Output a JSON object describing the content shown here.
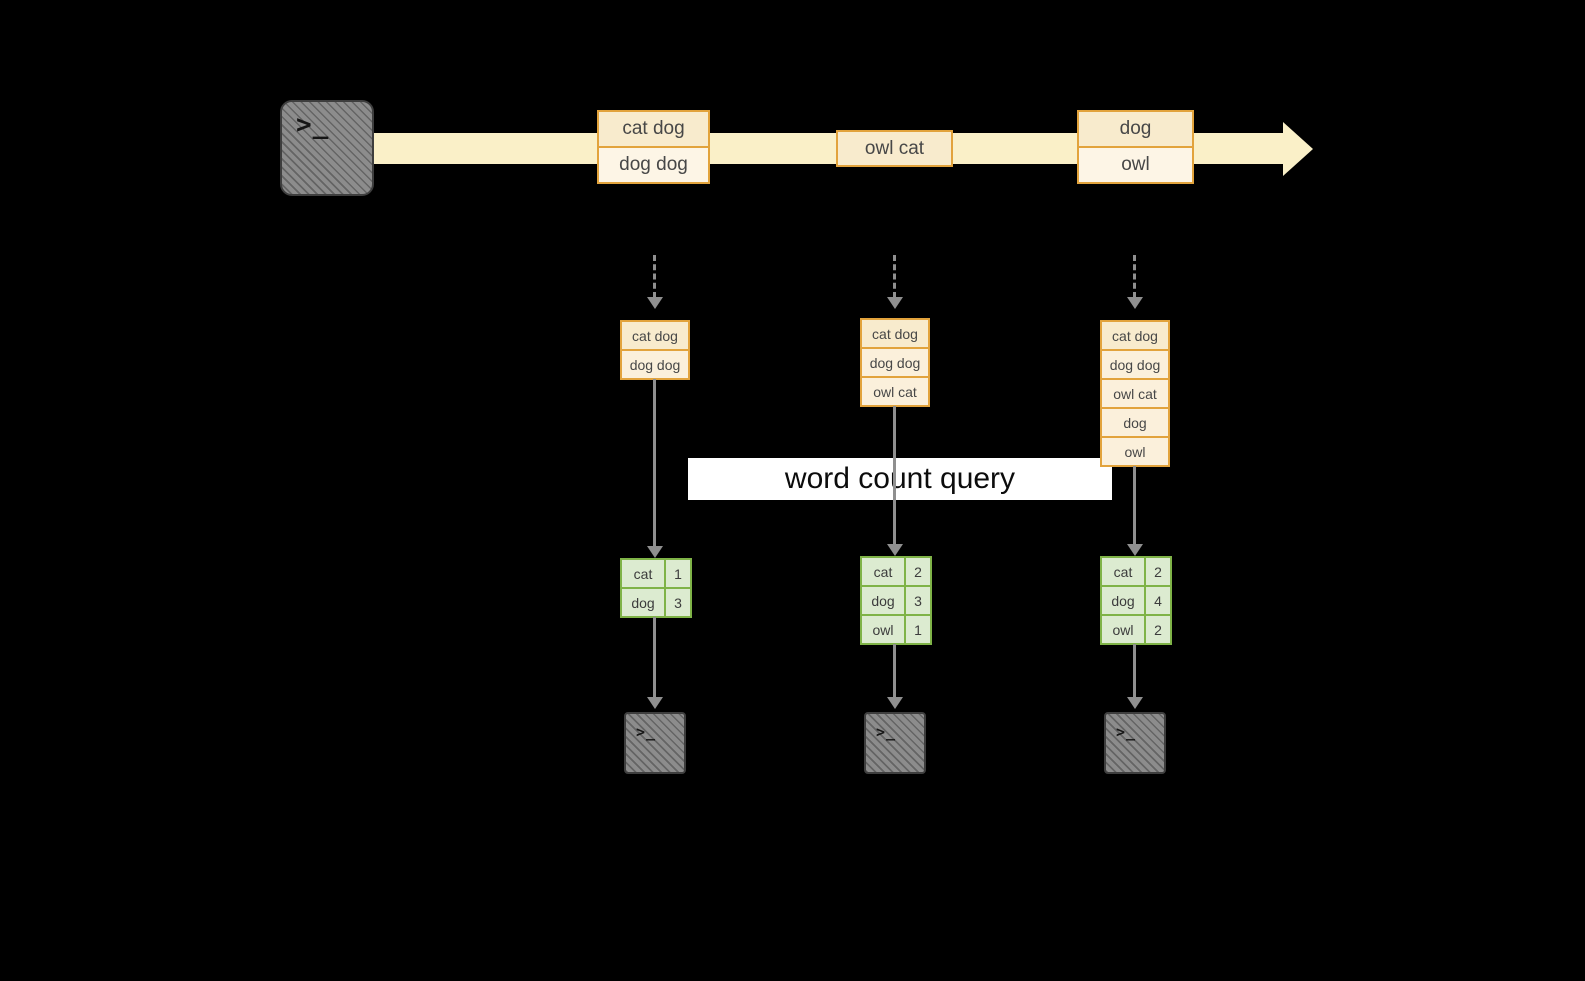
{
  "query": {
    "label": "word count query"
  },
  "icons": {
    "terminal_glyph": ">_"
  },
  "timeline": {
    "groups": [
      {
        "items": [
          "cat dog",
          "dog dog"
        ]
      },
      {
        "items": [
          "owl cat"
        ]
      },
      {
        "items": [
          "dog",
          "owl"
        ]
      }
    ]
  },
  "columns": [
    {
      "stack": [
        "cat dog",
        "dog dog"
      ],
      "table": [
        {
          "word": "cat",
          "count": "1"
        },
        {
          "word": "dog",
          "count": "3"
        }
      ]
    },
    {
      "stack": [
        "cat dog",
        "dog dog",
        "owl cat"
      ],
      "table": [
        {
          "word": "cat",
          "count": "2"
        },
        {
          "word": "dog",
          "count": "3"
        },
        {
          "word": "owl",
          "count": "1"
        }
      ]
    },
    {
      "stack": [
        "cat dog",
        "dog dog",
        "owl cat",
        "dog",
        "owl"
      ],
      "table": [
        {
          "word": "cat",
          "count": "2"
        },
        {
          "word": "dog",
          "count": "4"
        },
        {
          "word": "owl",
          "count": "2"
        }
      ]
    }
  ],
  "colors": {
    "background": "#000000",
    "timeline_band": "#FAF0C8",
    "event_border": "#E2A33C",
    "event_fill": "#FBF0DB",
    "table_border": "#7FB347",
    "table_fill": "#DCEBD0",
    "arrow": "#8F8F8F",
    "query_band": "#FFFFFF"
  }
}
